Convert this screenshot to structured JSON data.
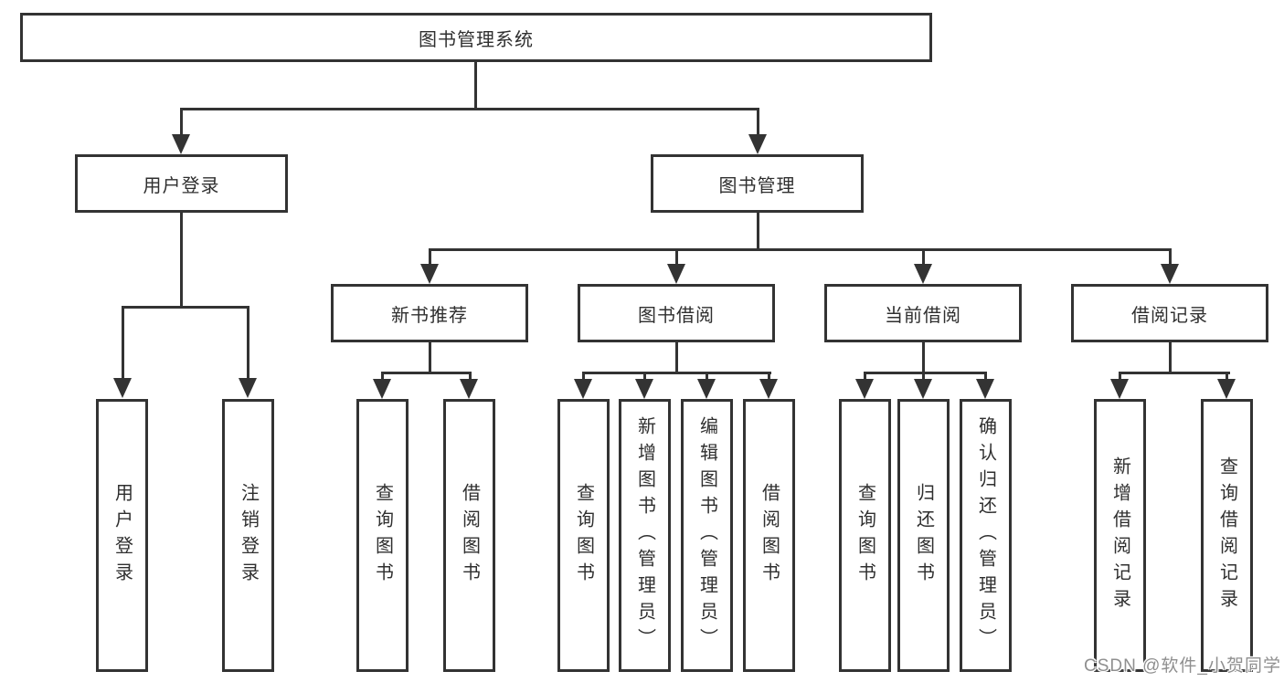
{
  "colors": {
    "line": "#333333",
    "text": "#2f2f2f",
    "background": "#ffffff",
    "watermark_text": "#8f8f8f"
  },
  "watermark": {
    "text": "CSDN @软件_小贺同学"
  },
  "diagram": {
    "root": {
      "label": "图书管理系统"
    },
    "branches": {
      "user_login": {
        "label": "用户登录",
        "children": [
          {
            "label": "用户登录"
          },
          {
            "label": "注销登录"
          }
        ]
      },
      "book_management": {
        "label": "图书管理",
        "children": [
          {
            "label": "新书推荐",
            "children": [
              {
                "label": "查询图书"
              },
              {
                "label": "借阅图书"
              }
            ]
          },
          {
            "label": "图书借阅",
            "children": [
              {
                "label": "查询图书"
              },
              {
                "label": "新增图书（管理员）"
              },
              {
                "label": "编辑图书（管理员）"
              },
              {
                "label": "借阅图书"
              }
            ]
          },
          {
            "label": "当前借阅",
            "children": [
              {
                "label": "查询图书"
              },
              {
                "label": "归还图书"
              },
              {
                "label": "确认归还（管理员）"
              }
            ]
          },
          {
            "label": "借阅记录",
            "children": [
              {
                "label": "新增借阅记录"
              },
              {
                "label": "查询借阅记录"
              }
            ]
          }
        ]
      }
    }
  }
}
